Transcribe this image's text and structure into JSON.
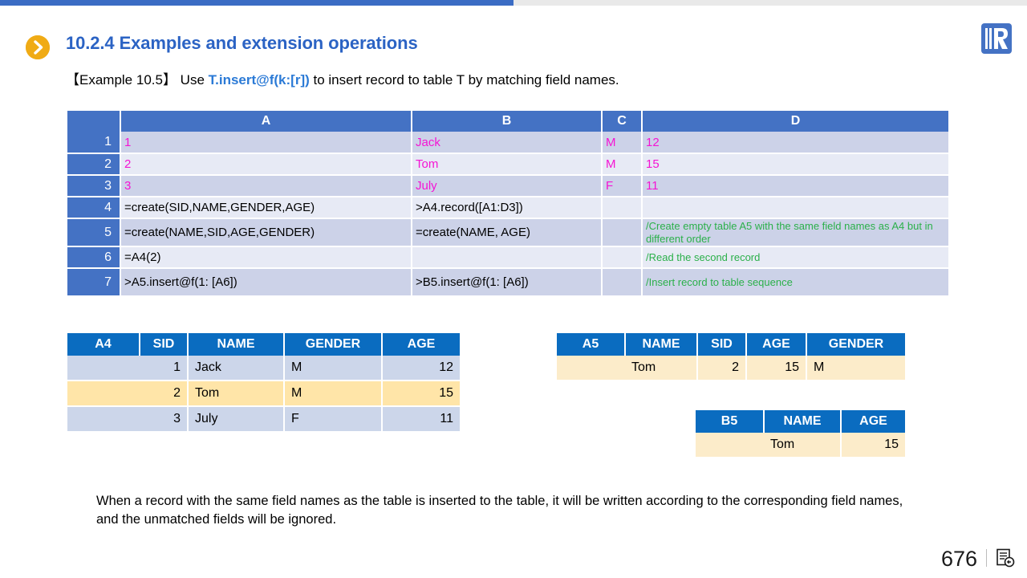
{
  "progress": {
    "percent": 50
  },
  "logo": {
    "name": "raqsoft-logo",
    "color": "#3b6cc4"
  },
  "header": {
    "bullet_icon": "chevron-right-icon",
    "title": "10.2.4 Examples and extension operations"
  },
  "example": {
    "prefix": "【Example 10.5】 Use ",
    "code": "T.insert@f(k:[r])",
    "suffix": " to insert record to table T by matching field names."
  },
  "sheet": {
    "columns": [
      "",
      "A",
      "B",
      "C",
      "D"
    ],
    "rows": [
      {
        "n": "1",
        "a": "1",
        "b": "Jack",
        "c": "M",
        "d": "12",
        "style": "pink",
        "tall": false
      },
      {
        "n": "2",
        "a": "2",
        "b": "Tom",
        "c": "M",
        "d": "15",
        "style": "pink",
        "tall": false
      },
      {
        "n": "3",
        "a": "3",
        "b": "July",
        "c": "F",
        "d": "11",
        "style": "pink",
        "tall": false
      },
      {
        "n": "4",
        "a": "=create(SID,NAME,GENDER,AGE)",
        "b": ">A4.record([A1:D3])",
        "c": "",
        "d": "",
        "style": "plain",
        "tall": false
      },
      {
        "n": "5",
        "a": "=create(NAME,SID,AGE,GENDER)",
        "b": "=create(NAME, AGE)",
        "c": "",
        "d": "/Create empty table A5 with the same field names as A4 but in different order",
        "style": "comment",
        "tall": true
      },
      {
        "n": "6",
        "a": "=A4(2)",
        "b": "",
        "c": "",
        "d": "/Read the second record",
        "style": "comment",
        "tall": false
      },
      {
        "n": "7",
        "a": ">A5.insert@f(1: [A6])",
        "b": ">B5.insert@f(1: [A6])",
        "c": "",
        "d": "/Insert record to table sequence",
        "style": "comment",
        "tall": true
      }
    ]
  },
  "result_tables": {
    "a4": {
      "label": "A4",
      "headers": [
        "SID",
        "NAME",
        "GENDER",
        "AGE"
      ],
      "rows": [
        {
          "cells": [
            "1",
            "Jack",
            "M",
            "12"
          ],
          "highlight": "blue"
        },
        {
          "cells": [
            "2",
            "Tom",
            "M",
            "15"
          ],
          "highlight": "yellow"
        },
        {
          "cells": [
            "3",
            "July",
            "F",
            "11"
          ],
          "highlight": "blue"
        }
      ]
    },
    "a5": {
      "label": "A5",
      "headers": [
        "NAME",
        "SID",
        "AGE",
        "GENDER"
      ],
      "rows": [
        {
          "cells": [
            "Tom",
            "2",
            "15",
            "M"
          ],
          "highlight": "cream"
        }
      ]
    },
    "b5": {
      "label": "B5",
      "headers": [
        "NAME",
        "AGE"
      ],
      "rows": [
        {
          "cells": [
            "Tom",
            "15"
          ],
          "highlight": "cream"
        }
      ]
    }
  },
  "note": "When a record with the same field names as the table is inserted to the table, it will be written according to the corresponding field names, and the unmatched fields will be ignored.",
  "footer": {
    "page_number": "676",
    "doc_icon": "document-back-icon"
  },
  "colors": {
    "accent_blue": "#2b63c4",
    "header_blue": "#4472c4",
    "table_blue": "#0a6cc0",
    "bullet_orange": "#f0ab15",
    "data_magenta": "#f514d4",
    "comment_green": "#2bb04a",
    "row_dark": "#ccd2e8",
    "row_light": "#e7eaf5",
    "highlight_yellow": "#ffe5a8",
    "highlight_cream": "#fcecca"
  }
}
